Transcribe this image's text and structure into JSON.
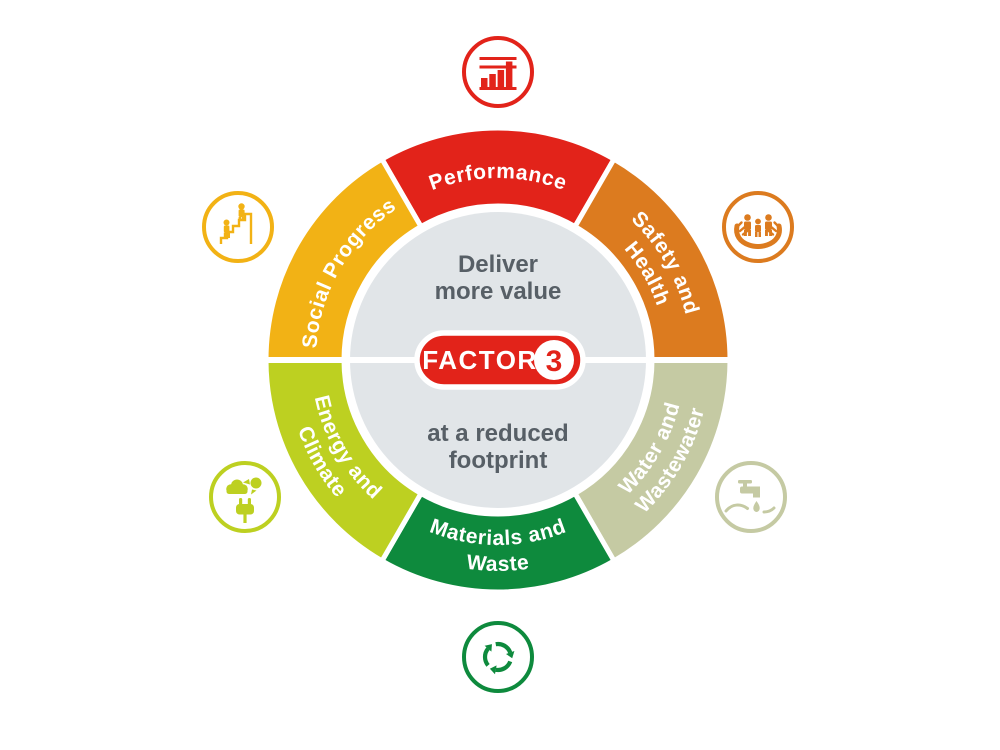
{
  "diagram": {
    "center": {
      "top_line1": "Deliver",
      "top_line2": "more value",
      "bottom_line1": "at a reduced",
      "bottom_line2": "footprint",
      "text_color": "#575f66",
      "circle_color": "#e1e5e8",
      "badge": {
        "label": "FACTOR",
        "number": "3",
        "color": "#e2231a"
      }
    },
    "segments": [
      {
        "name": "performance",
        "lines": [
          "Performance"
        ],
        "color": "#e2231a",
        "icon": "bar-chart-icon"
      },
      {
        "name": "safety-and-health",
        "lines": [
          "Safety and",
          "Health"
        ],
        "color": "#dc7b1f",
        "icon": "hands-holding-people-icon"
      },
      {
        "name": "water-and-wastewater",
        "lines": [
          "Water and",
          "Wastewater"
        ],
        "color": "#c5caa3",
        "icon": "faucet-water-drop-icon"
      },
      {
        "name": "materials-and-waste",
        "lines": [
          "Materials and",
          "Waste"
        ],
        "color": "#0e8a3d",
        "icon": "recycling-arrows-icon"
      },
      {
        "name": "energy-and-climate",
        "lines": [
          "Energy and",
          "Climate"
        ],
        "color": "#bdd021",
        "icon": "cloud-sun-plug-icon"
      },
      {
        "name": "social-progress",
        "lines": [
          "Social Progress"
        ],
        "color": "#f2b215",
        "icon": "people-climbing-stairs-icon"
      }
    ]
  }
}
